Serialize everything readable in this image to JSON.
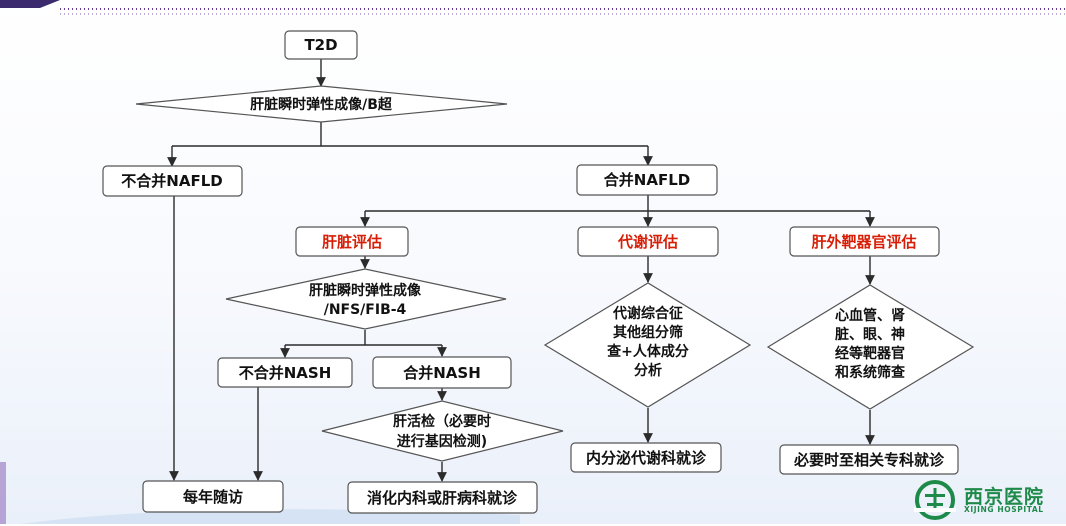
{
  "nodes": {
    "t2d": "T2D",
    "d_screen": [
      "肝脏瞬时弹性成像/B超"
    ],
    "no_nafld": "不合并NAFLD",
    "nafld": "合并NAFLD",
    "liver_eval": "肝脏评估",
    "metab_eval": "代谢评估",
    "extra_eval": "肝外靶器官评估",
    "d_liver": [
      "肝脏瞬时弹性成像",
      "/NFS/FIB-4"
    ],
    "d_metab": [
      "代谢综合征",
      "其他组分筛",
      "查+人体成分",
      "分析"
    ],
    "d_extra": [
      "心血管、肾",
      "脏、眼、神",
      "经等靶器官",
      "和系统筛查"
    ],
    "no_nash": "不合并NASH",
    "nash": "合并NASH",
    "d_biopsy": [
      "肝活检（必要时",
      "进行基因检测)"
    ],
    "annual": "每年随访",
    "gi_clinic": "消化内科或肝病科就诊",
    "endo_clinic": "内分泌代谢科就诊",
    "specialist": "必要时至相关专科就诊"
  },
  "logo": {
    "name": "西京医院",
    "sub": "XIJING HOSPITAL"
  },
  "colors": {
    "line": "#2b2b2b",
    "box_border": "#555555",
    "red_text": "#d81e06",
    "header_purple": "#6a3d9a",
    "logo_green": "#1e8a4a"
  }
}
